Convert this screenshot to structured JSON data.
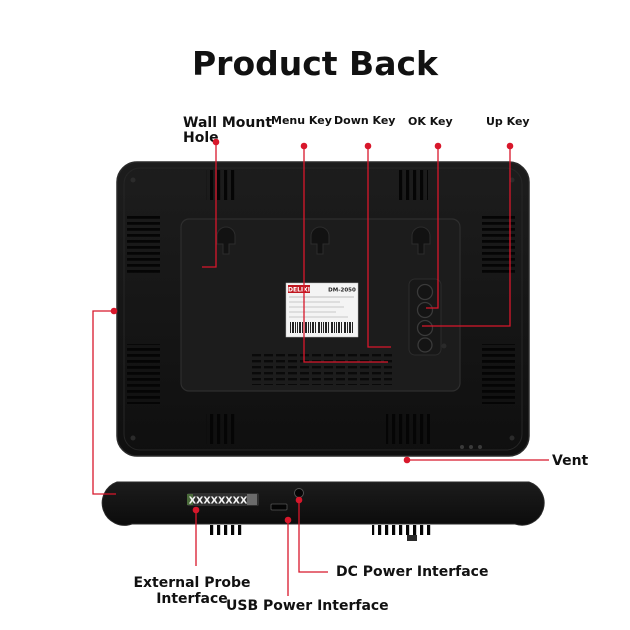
{
  "title": "Product Back",
  "callouts": {
    "wall_mount_hole": "Wall Mount Hole",
    "menu_key": "Menu Key",
    "down_key": "Down Key",
    "ok_key": "OK Key",
    "up_key": "Up Key",
    "vent": "Vent",
    "dc_power": "DC Power Interface",
    "external_probe": "External Probe Interface",
    "usb_power": "USB Power Interface"
  },
  "product_label": {
    "brand": "DELIXI",
    "model": "DM-2050"
  },
  "side_connector_text": "XXXXXXXX",
  "colors": {
    "callout": "#d8172b",
    "device_body": "#161616",
    "panel": "#1f1f1f",
    "text": "#111111"
  }
}
